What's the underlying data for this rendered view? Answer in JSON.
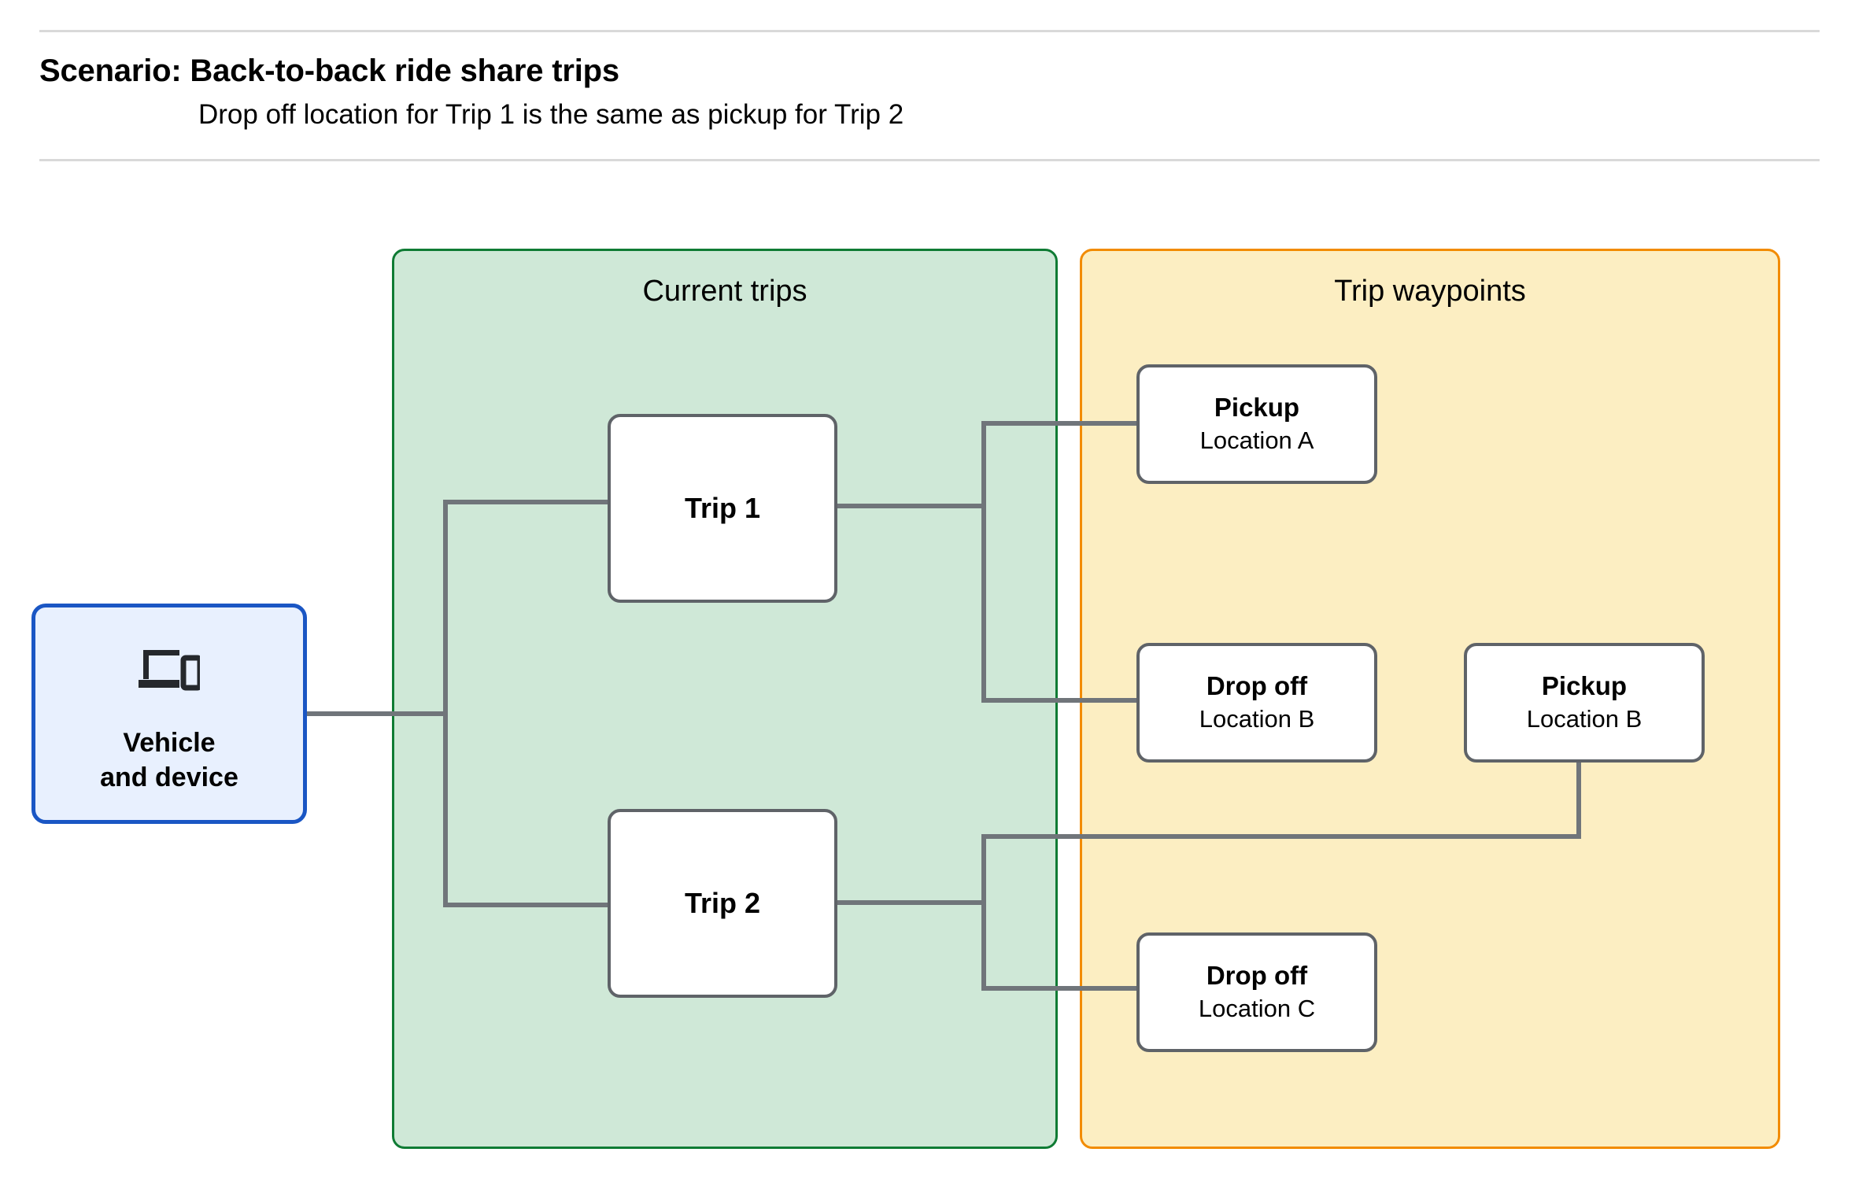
{
  "header": {
    "title": "Scenario: Back-to-back ride share trips",
    "subtitle": "Drop off  location for Trip 1 is the same as pickup for Trip 2"
  },
  "groups": [
    {
      "id": "current-trips",
      "label": "Current trips",
      "fill": "#cfe8d7",
      "border": "#0f7b34"
    },
    {
      "id": "trip-waypoints",
      "label": "Trip waypoints",
      "fill": "#fceec2",
      "border": "#f28b00"
    }
  ],
  "nodes": {
    "vehicle": {
      "title": "Vehicle\nand device",
      "icon": "devices-icon",
      "fill": "#e8f0fe",
      "border": "#1a56c4"
    },
    "trip_1": {
      "title": "Trip 1"
    },
    "trip_2": {
      "title": "Trip 2"
    },
    "pickup_a": {
      "title": "Pickup",
      "subtitle": "Location A"
    },
    "dropoff_b": {
      "title": "Drop off",
      "subtitle": "Location B"
    },
    "pickup_b": {
      "title": "Pickup",
      "subtitle": "Location B"
    },
    "dropoff_c": {
      "title": "Drop off",
      "subtitle": "Location C"
    }
  },
  "edges": [
    {
      "from": "vehicle",
      "to": "trip_1"
    },
    {
      "from": "vehicle",
      "to": "trip_2"
    },
    {
      "from": "trip_1",
      "to": "pickup_a"
    },
    {
      "from": "trip_1",
      "to": "dropoff_b"
    },
    {
      "from": "trip_2",
      "to": "pickup_b"
    },
    {
      "from": "trip_2",
      "to": "dropoff_c"
    }
  ],
  "style": {
    "edge_color": "#70757a",
    "node_border": "#5f6368",
    "node_fill": "#ffffff",
    "rule_color": "#d9d9d9",
    "text_color": "#000000"
  }
}
